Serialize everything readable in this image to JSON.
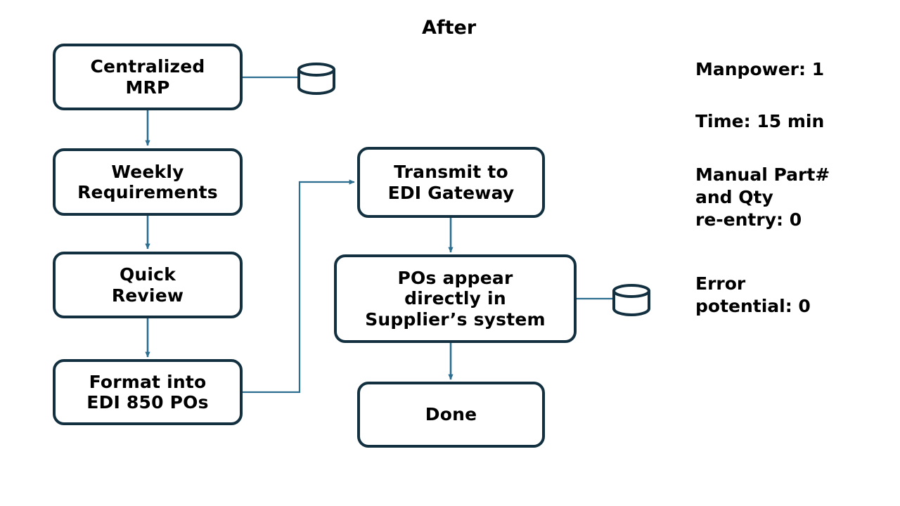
{
  "diagram": {
    "title": "After",
    "accent_border": "#12303f",
    "connector_color": "#2b6e8f",
    "background": "#ffffff",
    "text_color": "#000000"
  },
  "nodes": [
    {
      "id": "centralized-mrp",
      "label": "Centralized\nMRP"
    },
    {
      "id": "weekly-requirements",
      "label": "Weekly\nRequirements"
    },
    {
      "id": "quick-review",
      "label": "Quick\nReview"
    },
    {
      "id": "format-edi",
      "label": "Format into\nEDI 850 POs"
    },
    {
      "id": "transmit-edi-gateway",
      "label": "Transmit to\nEDI Gateway"
    },
    {
      "id": "pos-appear",
      "label": "POs appear\ndirectly in\nSupplier’s system"
    },
    {
      "id": "done",
      "label": "Done"
    }
  ],
  "datastores": [
    {
      "id": "mrp-database",
      "name": "database-cylinder-icon"
    },
    {
      "id": "supplier-database",
      "name": "database-cylinder-icon"
    }
  ],
  "stats": [
    {
      "id": "manpower",
      "text": "Manpower: 1"
    },
    {
      "id": "time",
      "text": "Time: 15 min"
    },
    {
      "id": "manual-reentry",
      "text": "Manual Part#\nand Qty\nre-entry:  0"
    },
    {
      "id": "error-potential",
      "text": "Error\npotential: 0"
    }
  ]
}
